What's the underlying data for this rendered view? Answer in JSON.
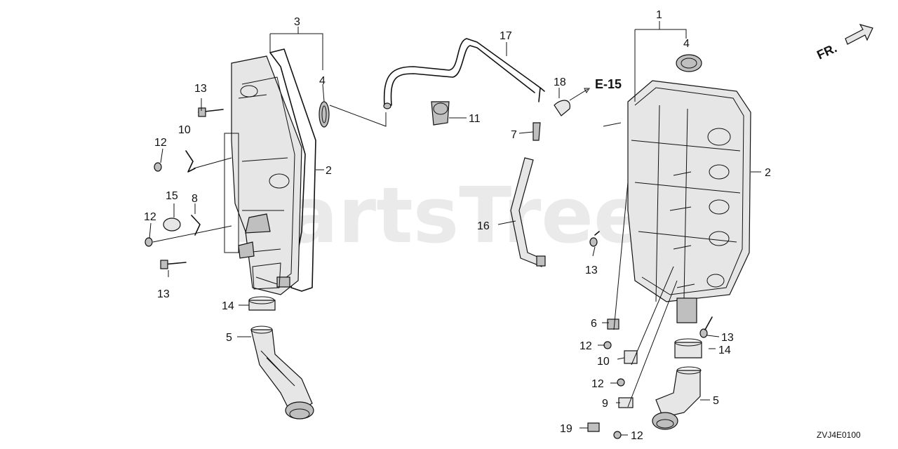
{
  "diagram": {
    "diagram_code": "ZVJ4E0100",
    "reference_label": "E-15",
    "direction_label": "FR.",
    "watermark": "PartsTree",
    "callouts": {
      "c1": "1",
      "c2_left": "2",
      "c2_right": "2",
      "c3": "3",
      "c4_left": "4",
      "c4_right": "4",
      "c5_left": "5",
      "c5_right": "5",
      "c6": "6",
      "c7": "7",
      "c8": "8",
      "c9": "9",
      "c10_left": "10",
      "c10_right": "10",
      "c11": "11",
      "c12_left_top": "12",
      "c12_left_bottom": "12",
      "c12_right_a": "12",
      "c12_right_b": "12",
      "c12_right_c": "12",
      "c13_left_top": "13",
      "c13_left_bottom": "13",
      "c13_mid": "13",
      "c13_right": "13",
      "c14_left": "14",
      "c14_right": "14",
      "c15": "15",
      "c16": "16",
      "c17": "17",
      "c18": "18",
      "c19": "19"
    }
  }
}
